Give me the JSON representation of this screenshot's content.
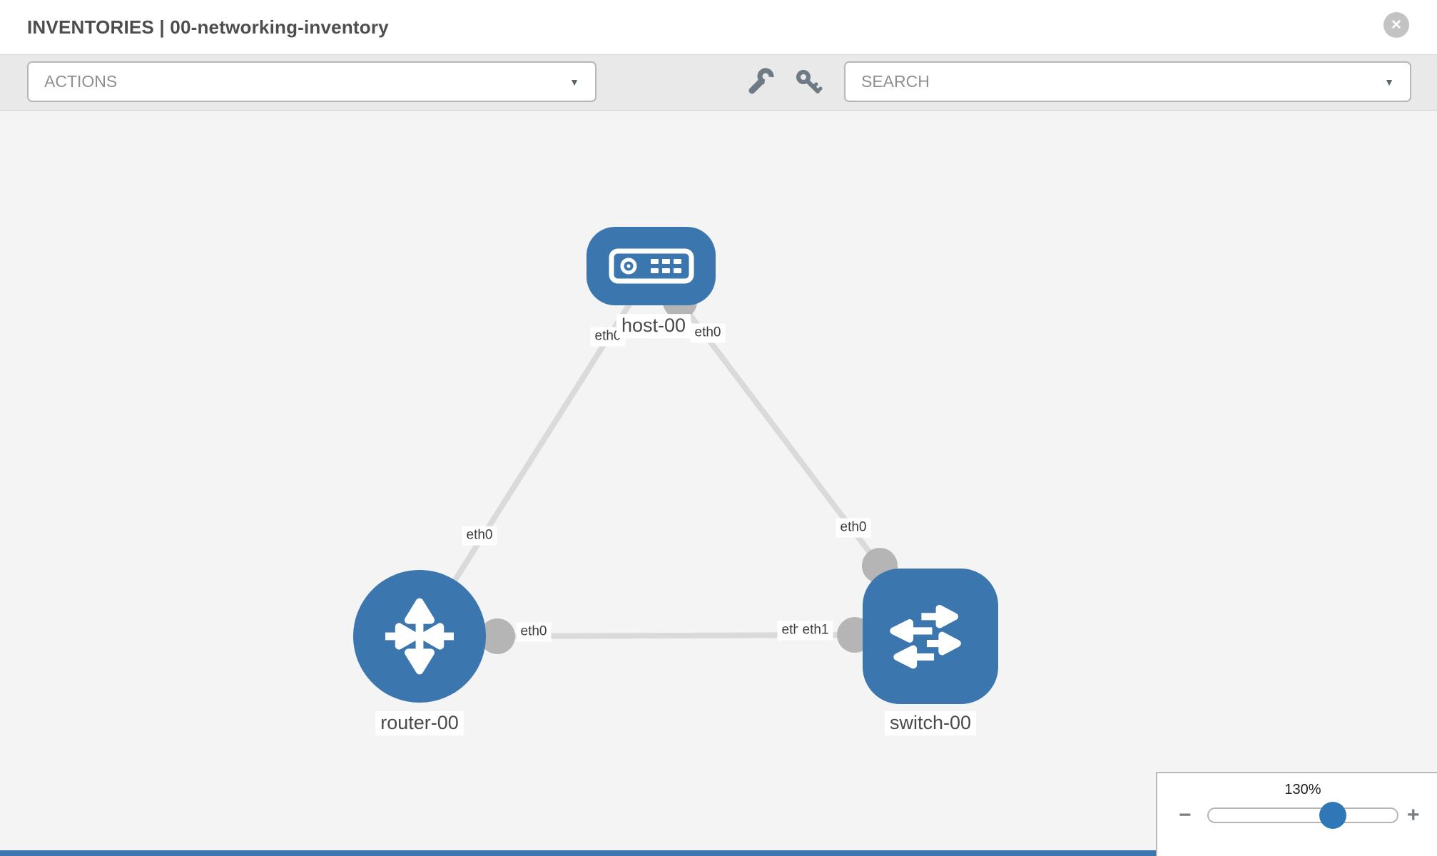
{
  "header": {
    "title": "INVENTORIES | 00-networking-inventory"
  },
  "icons": {
    "close": "✕",
    "dropdown_caret": "▼",
    "wrench": "wrench-icon",
    "key": "key-icon",
    "zoom_out": "−",
    "zoom_in": "+"
  },
  "toolbar": {
    "actions_label": "ACTIONS",
    "search_label": "SEARCH"
  },
  "topology": {
    "nodes": [
      {
        "id": "host-00",
        "type": "host",
        "label": "host-00"
      },
      {
        "id": "router-00",
        "type": "router",
        "label": "router-00"
      },
      {
        "id": "switch-00",
        "type": "switch",
        "label": "switch-00"
      }
    ],
    "links": [
      {
        "source": "host-00",
        "source_iface": "eth0",
        "target": "router-00",
        "target_iface": "eth0"
      },
      {
        "source": "host-00",
        "source_iface": "eth0",
        "target": "switch-00",
        "target_iface": "eth0"
      },
      {
        "source": "router-00",
        "source_iface": "eth0",
        "target": "switch-00",
        "target_iface": "eth1"
      }
    ],
    "iface_labels": {
      "host_to_router": "eth0",
      "host_to_switch": "eth0",
      "router_to_host": "eth0",
      "switch_to_host": "eth0",
      "router_to_switch": "eth0",
      "switch_to_router_under": "eth0",
      "switch_to_router": "eth1"
    }
  },
  "zoom_control": {
    "level": "130%"
  },
  "colors": {
    "node_blue": "#3b76af",
    "link_gray": "#dadada",
    "connector_gray": "#b5b5b5",
    "canvas_bg": "#f4f4f4",
    "toolbar_bg": "#e9e9e9",
    "slider_handle_blue": "#2f77b6"
  }
}
